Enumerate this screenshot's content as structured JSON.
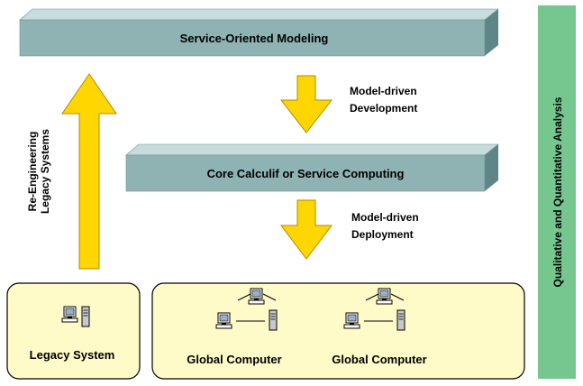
{
  "layers": {
    "top": "Service-Oriented Modeling",
    "middle": "Core Calculif or Service Computing"
  },
  "arrows": {
    "down_1": [
      "Model-driven",
      "Development"
    ],
    "down_2": [
      "Model-driven",
      "Deployment"
    ],
    "up": [
      "Re-Engineering",
      "Legacy Systems"
    ]
  },
  "side_bar": "Qualitative and Quantitative Analysis",
  "nodes": {
    "legacy": "Legacy System",
    "global_1": "Global Computer",
    "global_2": "Global Computer"
  },
  "colors": {
    "slab_front": "#8fb2b2",
    "slab_top": "#c7dcdc",
    "slab_side": "#5f8686",
    "arrow": "#ffd600",
    "box_fill": "#fffbc8",
    "side_bar": "#76c68f"
  },
  "icons": [
    "computer-icon",
    "server-icon"
  ]
}
